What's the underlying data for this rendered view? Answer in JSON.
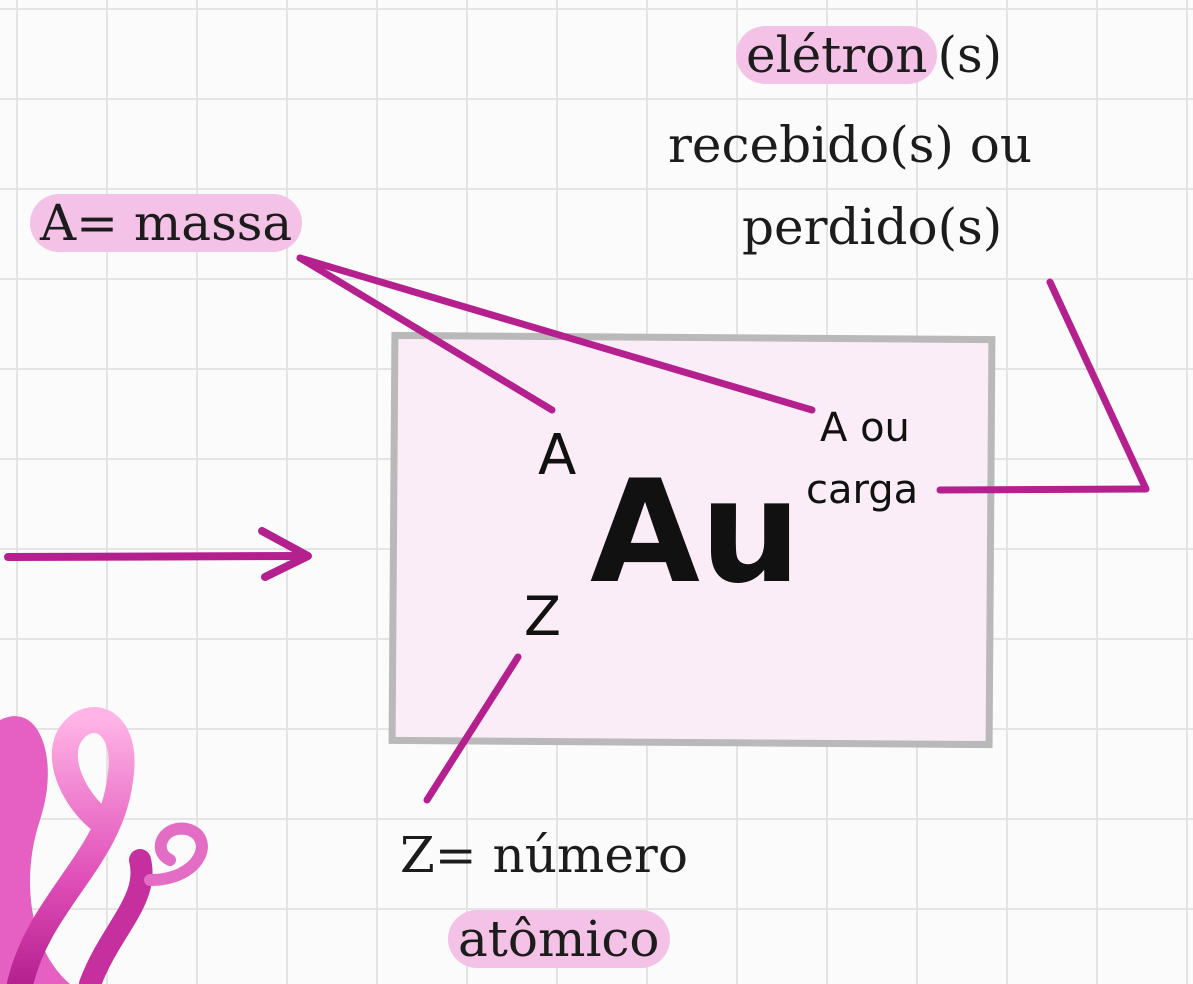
{
  "labels": {
    "mass": "A= massa",
    "electrons_line1": "elétron",
    "electrons_line1_suffix": "(s)",
    "electrons_line2": "recebido(s) ou",
    "electrons_line3": "perdido(s)",
    "atomic_line1": "Z= número",
    "atomic_line2": "atômico"
  },
  "notation": {
    "element_symbol": "Au",
    "mass_number": "A",
    "atomic_number": "Z",
    "charge_line1": "A ou",
    "charge_line2": "carga"
  },
  "colors": {
    "accent_line": "#b5208f",
    "highlight": "#f4c2e6",
    "box_fill": "#fbedf8",
    "box_border": "#b9b9b9"
  },
  "decorations": [
    "pink-swirl-letter",
    "arrow-right-icon"
  ]
}
